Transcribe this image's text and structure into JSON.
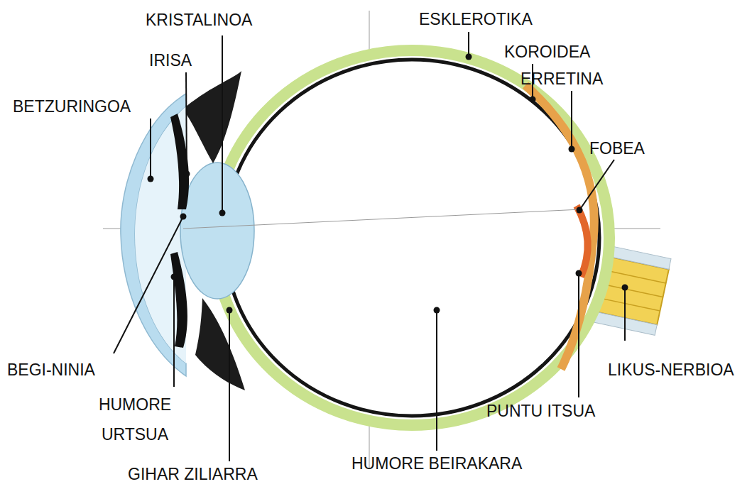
{
  "diagram": {
    "labels": [
      "KRISTALINOA",
      "ESKLEROTIKA",
      "KOROIDEA",
      "ERRETINA",
      "IRISA",
      "BETZURINGOA",
      "FOBEA",
      "BEGI-NINIA",
      "LIKUS-NERBIOA",
      "HUMORE URTSUA",
      "PUNTU ITSUA",
      "HUMORE BEIRAKARA",
      "GIHAR ZILIARRA"
    ]
  }
}
